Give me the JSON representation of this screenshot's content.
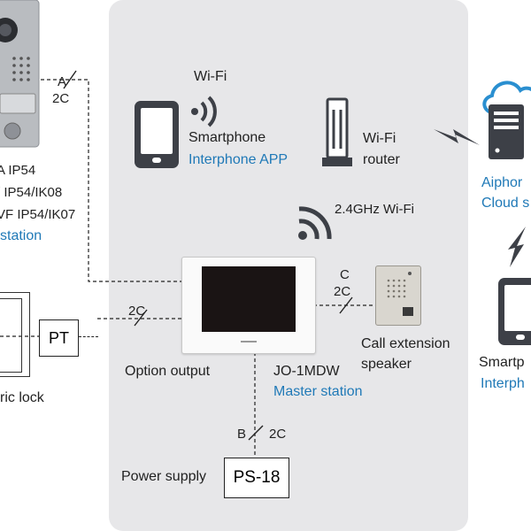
{
  "door_station": {
    "ratings": [
      "A  IP54",
      "/  IP54/IK08",
      "VF IP54/IK07"
    ],
    "label": "station"
  },
  "wiring": {
    "a_letter": "A",
    "a_cable": "2C",
    "b_letter": "B",
    "b_cable": "2C",
    "c_letter": "C",
    "c_cable": "2C",
    "lock_cable": "2C"
  },
  "smartphone": {
    "wifi": "Wi-Fi",
    "name": "Smartphone",
    "app": "Interphone APP"
  },
  "router": {
    "line1": "Wi-Fi",
    "line2": "router"
  },
  "monitor_wifi": "2.4GHz Wi-Fi",
  "master_station": {
    "model": "JO-1MDW",
    "name": "Master station"
  },
  "option_output": "Option output",
  "speaker": {
    "line1": "Call extension",
    "line2": "speaker"
  },
  "lock_label": "ric lock",
  "pt_label": "PT",
  "power_supply": {
    "label": "Power supply",
    "model": "PS-18"
  },
  "cloud": {
    "line1": "Aiphor",
    "line2": "Cloud s"
  },
  "remote_phone": {
    "line1": "Smartp",
    "line2": "Interph"
  },
  "colors": {
    "accent_blue": "#1f79b7",
    "panel_gray": "#e7e7e9",
    "cloud_blue": "#2a8fd0",
    "device_dark": "#3a3d44"
  },
  "icons": [
    "door-station",
    "electric-lock",
    "tablet",
    "wifi",
    "router",
    "monitor",
    "speaker-panel",
    "cloud-server",
    "lightning"
  ]
}
